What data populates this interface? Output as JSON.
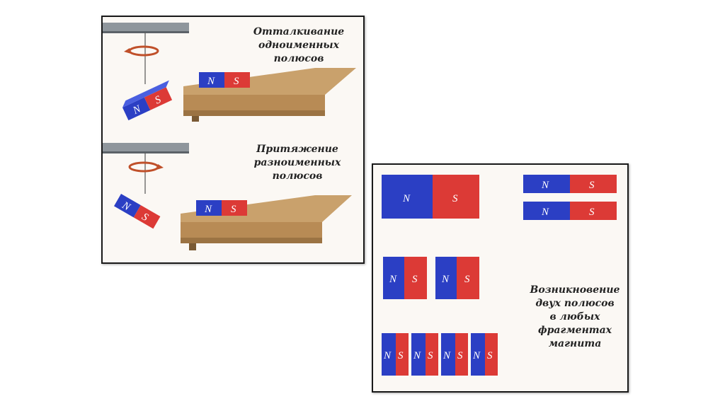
{
  "top_caption": {
    "line1": "Отталкивание",
    "line2": "одноименных полюсов"
  },
  "middle_caption": {
    "line1": "Притяжение",
    "line2": "разноименных полюсов"
  },
  "right_caption": {
    "line1": "Возникновение",
    "line2": "двух полюсов",
    "line3": "в любых",
    "line4": "фрагментах",
    "line5": "магнита"
  },
  "pole_labels": {
    "north": "N",
    "south": "S"
  },
  "colors": {
    "north": "#2b3fc4",
    "south": "#dc3a36",
    "wood": "#c9a16c",
    "wood_dark": "#a27a45",
    "frame": "#1a1a1a"
  }
}
